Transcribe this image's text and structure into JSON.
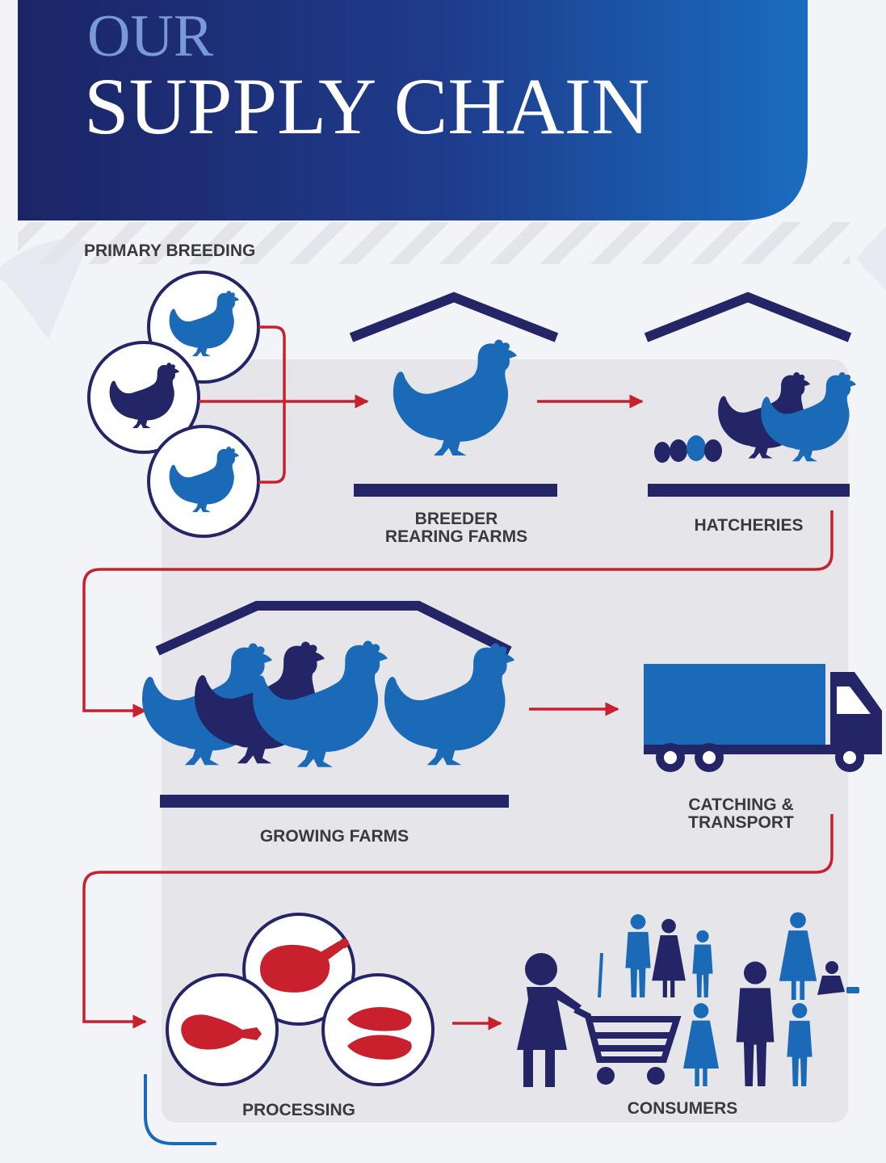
{
  "header": {
    "title_line1": "OUR",
    "title_line2": "SUPPLY CHAIN"
  },
  "stages": {
    "primary_breeding": "PRIMARY BREEDING",
    "breeder_rearing_line1": "BREEDER",
    "breeder_rearing_line2": "REARING FARMS",
    "hatcheries": "HATCHERIES",
    "growing_farms": "GROWING FARMS",
    "catching_line1": "CATCHING &",
    "catching_line2": "TRANSPORT",
    "processing": "PROCESSING",
    "consumers": "CONSUMERS"
  },
  "colors": {
    "navy": "#232566",
    "blue": "#1a6ab8",
    "red": "#c8202c",
    "panel": "#e6e6ea",
    "background": "#f3f4f8"
  },
  "icons": [
    "hen-icon",
    "barn-roof-icon",
    "egg-icon",
    "truck-icon",
    "roast-chicken-icon",
    "drumstick-icon",
    "meat-cut-icon",
    "person-icon",
    "shopping-cart-icon"
  ]
}
